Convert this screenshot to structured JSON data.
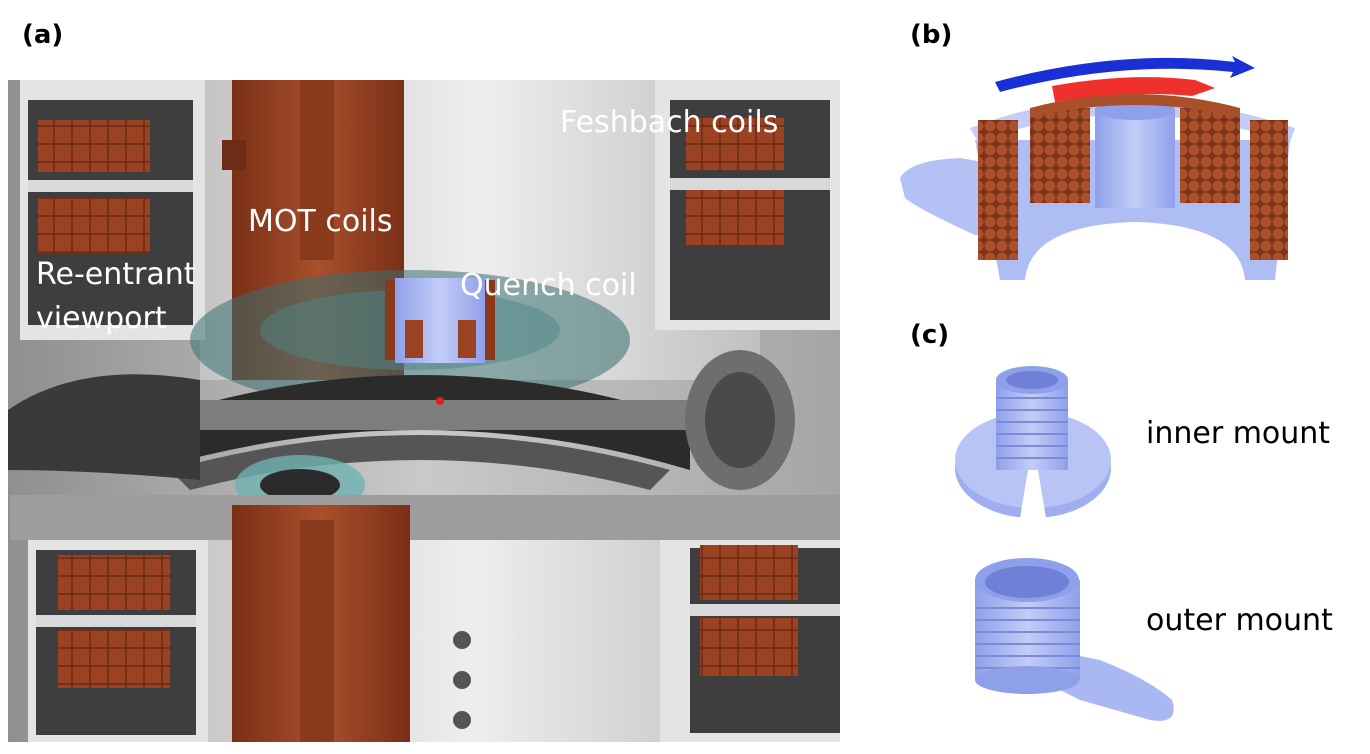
{
  "panels": {
    "a": {
      "label": "(a)"
    },
    "b": {
      "label": "(b)"
    },
    "c": {
      "label": "(c)"
    }
  },
  "render_labels": {
    "feshbach": "Feshbach coils",
    "mot": "MOT coils",
    "reentrant_line1": "Re-entrant",
    "reentrant_line2": "viewport",
    "quench": "Quench coil"
  },
  "mount_labels": {
    "inner": "inner mount",
    "outer": "outer mount"
  },
  "colors": {
    "copper": "#9e4526",
    "copper_dark": "#6e2b15",
    "mount_blue": "#a9b8f2",
    "mount_blue_dark": "#8092e0",
    "grey_light": "#d6d6d6",
    "grey_mid": "#a9a9a9",
    "grey_dark": "#5a5a5a",
    "arrow_blue": "#1a2fd6",
    "arrow_red": "#f0302a",
    "teal": "#3f7f80"
  }
}
